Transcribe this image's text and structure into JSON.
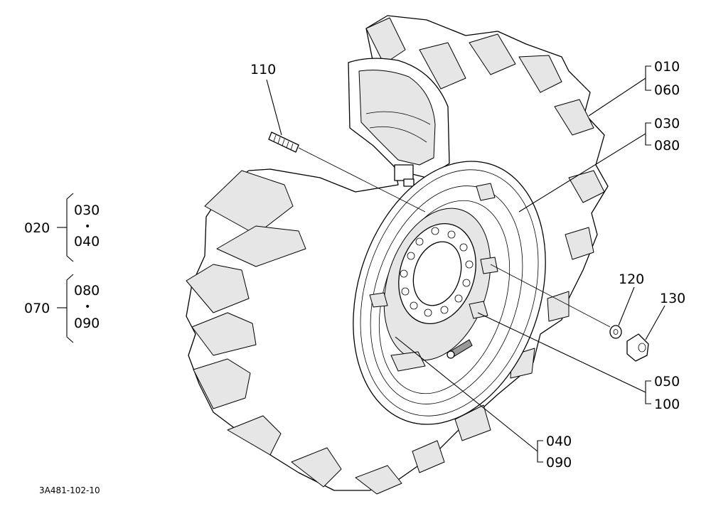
{
  "diagram": {
    "figure_code": "3A481-102-10",
    "parts": {
      "p010": "010",
      "p060": "060",
      "p030": "030",
      "p080": "080",
      "p110": "110",
      "p120": "120",
      "p130": "130",
      "p050": "050",
      "p100": "100",
      "p040": "040",
      "p090": "090"
    },
    "groups": {
      "g020": {
        "label": "020",
        "items": [
          "030",
          "040"
        ],
        "separator": "•"
      },
      "g070": {
        "label": "070",
        "items": [
          "080",
          "090"
        ],
        "separator": "•"
      }
    }
  }
}
